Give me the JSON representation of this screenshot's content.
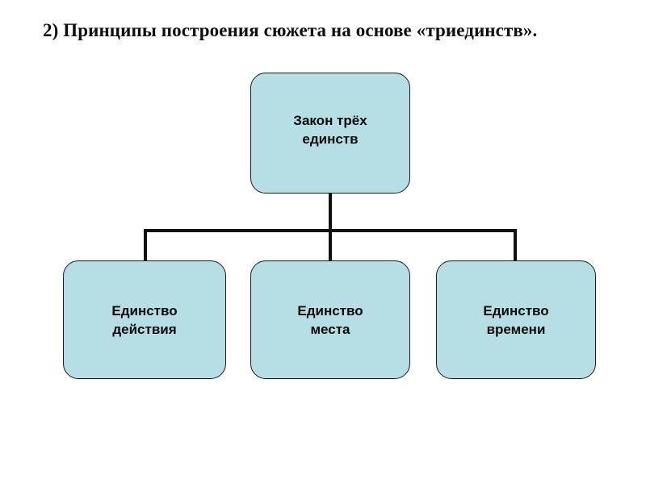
{
  "slide": {
    "title": "2) Принципы построения сюжета на основе «триединств».",
    "background_color": "#ffffff"
  },
  "diagram": {
    "type": "org-chart",
    "node_fill_color": "#b6dee4",
    "node_border_color": "#1b1b1b",
    "connector_color": "#101010",
    "root": {
      "id": "root",
      "label": "Закон трёх\nединств"
    },
    "children": [
      {
        "id": "unity-of-action",
        "label": "Единство\nдействия"
      },
      {
        "id": "unity-of-place",
        "label": "Единство\nместа"
      },
      {
        "id": "unity-of-time",
        "label": "Единство\nвремени"
      }
    ]
  }
}
